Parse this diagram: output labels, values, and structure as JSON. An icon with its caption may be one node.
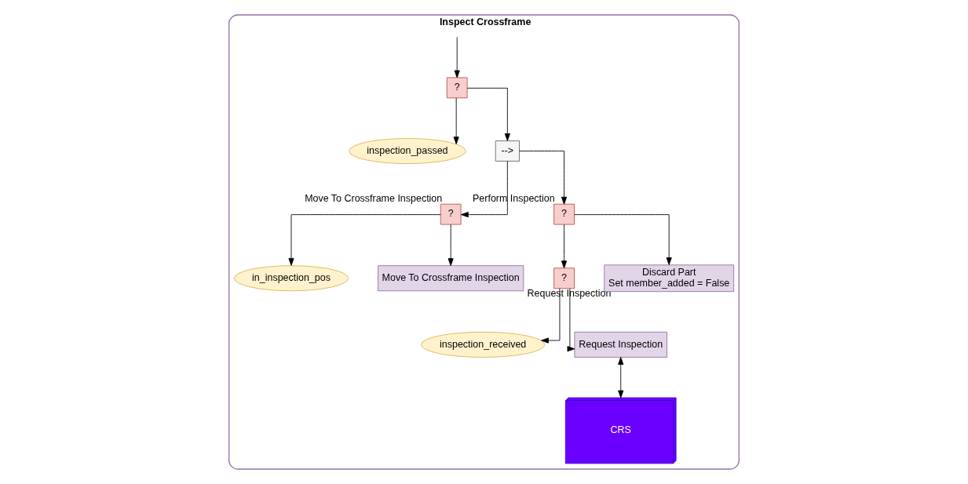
{
  "diagram": {
    "nodes": [
      {
        "text": [
          "Inspect Crossframe"
        ]
      },
      {
        "text": [
          "?"
        ],
        "in": 0
      },
      {
        "text": [
          "inspection_passed"
        ],
        "in": 0
      },
      {
        "text": [
          "-->"
        ],
        "in": 0
      },
      {
        "text": [
          "?"
        ],
        "in": 0,
        "beside": [
          "Move To Crossframe Inspection"
        ]
      },
      {
        "text": [
          "?"
        ],
        "in": 0,
        "beside": [
          "Perform Inspection"
        ]
      },
      {
        "text": [
          "in_inspection_pos"
        ],
        "in": 0
      },
      {
        "text": [
          "Move To Crossframe Inspection"
        ],
        "in": 0
      },
      {
        "text": [
          "?"
        ],
        "in": 0,
        "beside": [
          "Request Inspection"
        ]
      },
      {
        "text": [
          "Discard Part",
          "Set member_added = False"
        ],
        "in": 0
      },
      {
        "text": [
          "inspection_received"
        ],
        "in": 0
      },
      {
        "text": [
          "Request Inspection"
        ],
        "in": 0
      },
      {
        "text": [
          "CRS"
        ],
        "in": 0
      }
    ],
    "edges": [
      {
        "from": null,
        "to": 1,
        "arrow": "to"
      },
      {
        "from": 1,
        "to": 2,
        "arrow": "to"
      },
      {
        "from": 1,
        "to": 3,
        "arrow": "to"
      },
      {
        "from": 3,
        "to": 4,
        "arrow": "to"
      },
      {
        "from": 3,
        "to": 5,
        "arrow": "to"
      },
      {
        "from": 4,
        "to": 6,
        "arrow": "to"
      },
      {
        "from": 4,
        "to": 7,
        "arrow": "to"
      },
      {
        "from": 5,
        "to": 8,
        "arrow": "to"
      },
      {
        "from": 5,
        "to": 9,
        "arrow": "to"
      },
      {
        "from": 8,
        "to": 10,
        "arrow": "to"
      },
      {
        "from": 8,
        "to": 11,
        "arrow": "to"
      },
      {
        "from": 11,
        "to": 12,
        "arrow": "both"
      }
    ]
  }
}
